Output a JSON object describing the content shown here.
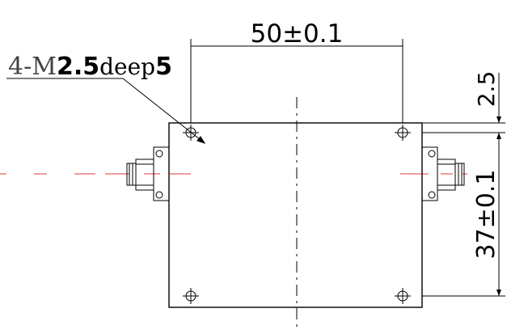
{
  "dimensions": {
    "horizontal_spacing": "50±0.1",
    "vertical_spacing": "37±0.1",
    "edge_offset": "2.5"
  },
  "hole_note": {
    "count_prefix": "4-M",
    "thread_size": "2.5",
    "depth_word": "deep",
    "depth_value": "5"
  },
  "colors": {
    "line": "#000000",
    "centerline_red": "#e03a3a"
  },
  "icons": [
    "mounting-hole-icon",
    "sma-connector-icon"
  ]
}
